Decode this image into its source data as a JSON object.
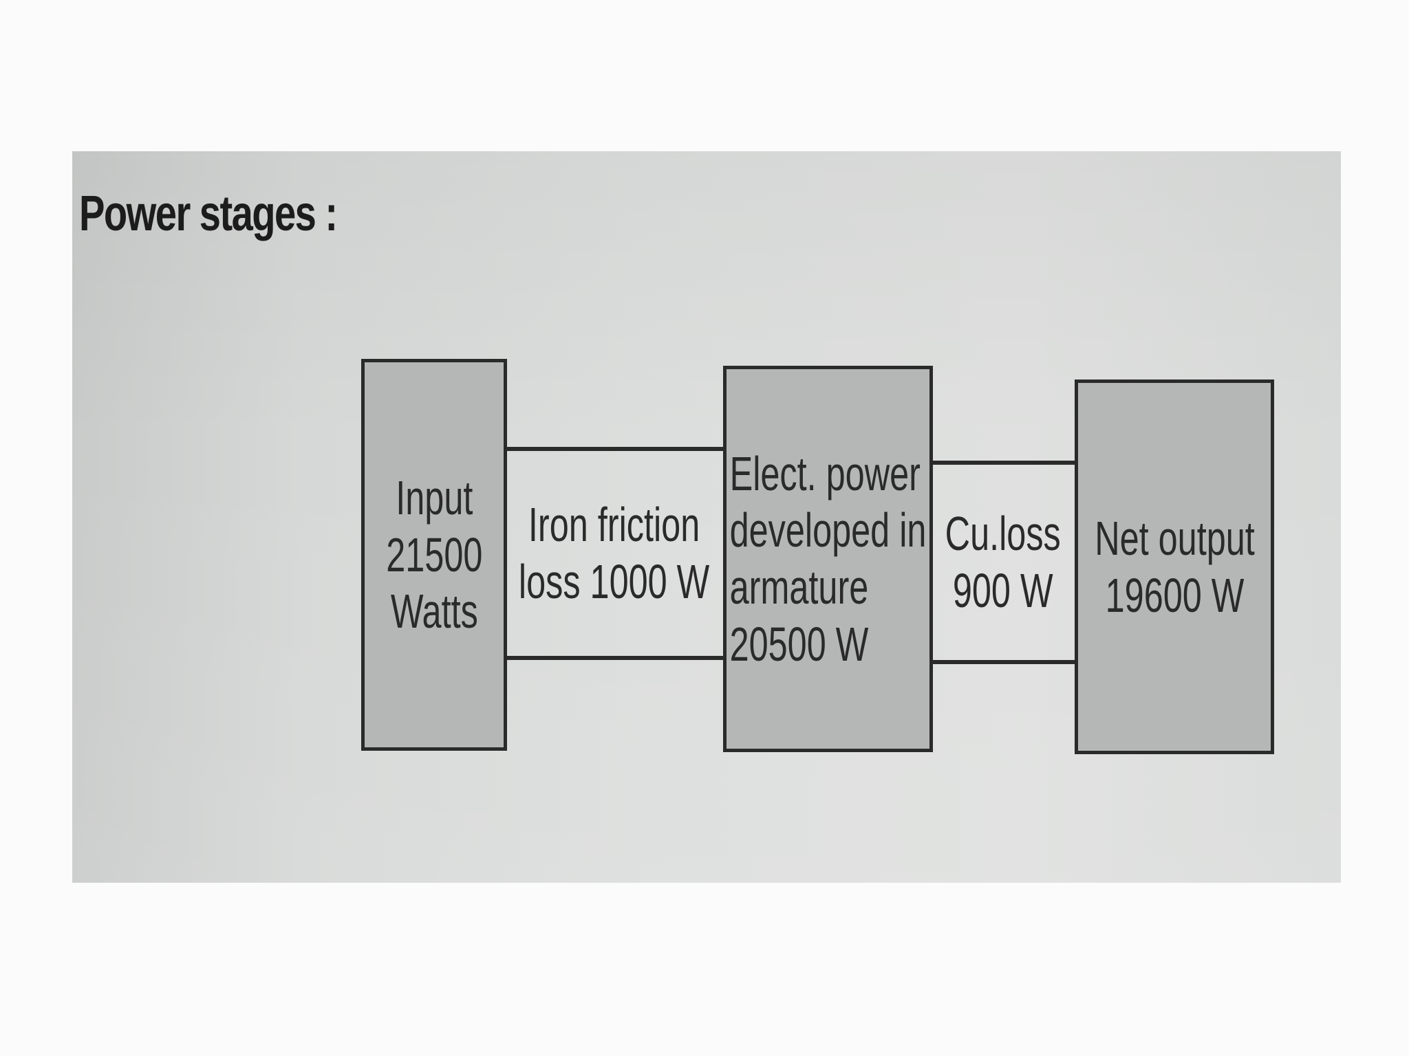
{
  "title": "Power stages :",
  "stages": [
    {
      "id": "input",
      "lines": [
        "Input",
        "21500",
        "Watts"
      ]
    },
    {
      "id": "iron-friction-loss",
      "lines": [
        "Iron friction",
        "loss 1000 W"
      ]
    },
    {
      "id": "armature-power",
      "lines": [
        "Elect. power",
        "developed in",
        "armature",
        "20500 W"
      ]
    },
    {
      "id": "cu-loss",
      "lines": [
        "Cu.loss",
        "900 W"
      ]
    },
    {
      "id": "net-output",
      "lines": [
        "Net output",
        "19600 W"
      ]
    }
  ],
  "colors": {
    "box_fill": "#b5b7b6",
    "line": "#2a2a2a",
    "paper": "#dcdedd"
  }
}
